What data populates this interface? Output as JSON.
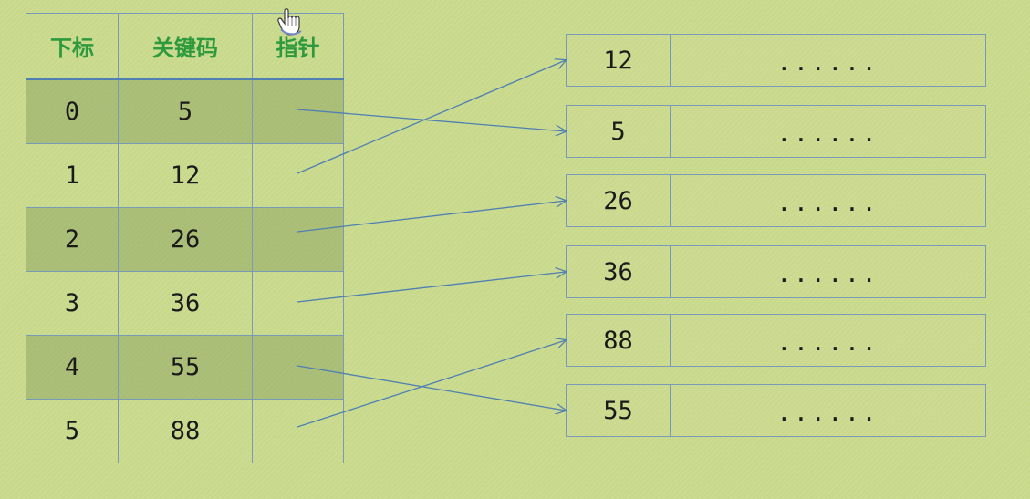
{
  "table": {
    "headers": {
      "index": "下标",
      "key": "关键码",
      "pointer": "指针"
    },
    "rows": [
      {
        "index": "0",
        "key": "5"
      },
      {
        "index": "1",
        "key": "12"
      },
      {
        "index": "2",
        "key": "26"
      },
      {
        "index": "3",
        "key": "36"
      },
      {
        "index": "4",
        "key": "55"
      },
      {
        "index": "5",
        "key": "88"
      }
    ]
  },
  "records": [
    {
      "key": "12",
      "data": "......"
    },
    {
      "key": "5",
      "data": "......"
    },
    {
      "key": "26",
      "data": "......"
    },
    {
      "key": "36",
      "data": "......"
    },
    {
      "key": "88",
      "data": "......"
    },
    {
      "key": "55",
      "data": "......"
    }
  ],
  "pointers": [
    {
      "from_row": 0,
      "to_record": 1
    },
    {
      "from_row": 1,
      "to_record": 0
    },
    {
      "from_row": 2,
      "to_record": 2
    },
    {
      "from_row": 3,
      "to_record": 3
    },
    {
      "from_row": 4,
      "to_record": 5
    },
    {
      "from_row": 5,
      "to_record": 4
    }
  ],
  "colors": {
    "header_text": "#2e9a3e",
    "line": "#4f7fb3"
  },
  "icons": {
    "cursor": "hand-cursor-icon"
  }
}
